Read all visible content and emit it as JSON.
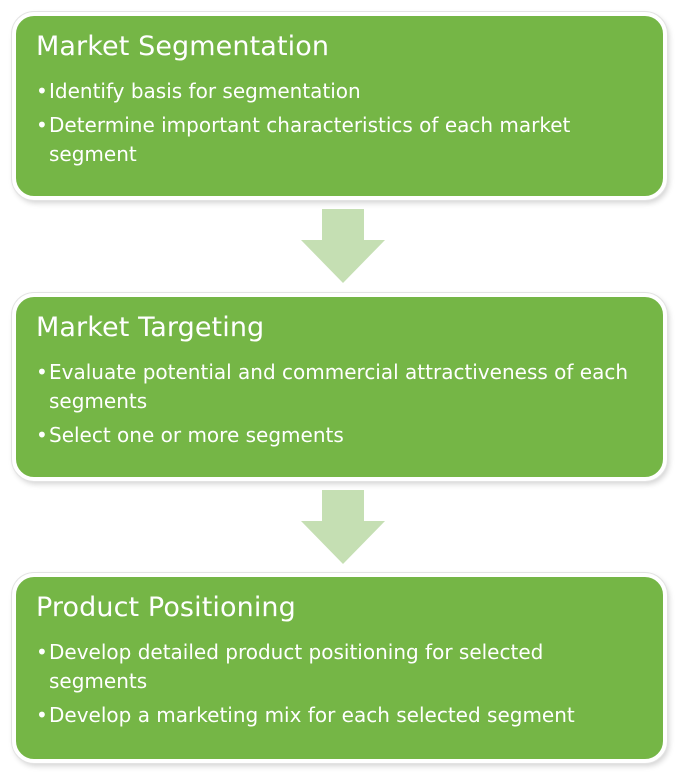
{
  "colors": {
    "box_fill": "#75b646",
    "arrow_fill": "#c5dfb3",
    "text": "#ffffff"
  },
  "steps": [
    {
      "title": "Market Segmentation",
      "bullets": [
        "Identify basis for segmentation",
        "Determine important characteristics of each market segment"
      ]
    },
    {
      "title": "Market Targeting",
      "bullets": [
        "Evaluate potential and commercial attractiveness of each segments",
        "Select one or more segments"
      ]
    },
    {
      "title": "Product Positioning",
      "bullets": [
        "Develop detailed product positioning for selected segments",
        "Develop a marketing mix for each selected segment"
      ]
    }
  ]
}
